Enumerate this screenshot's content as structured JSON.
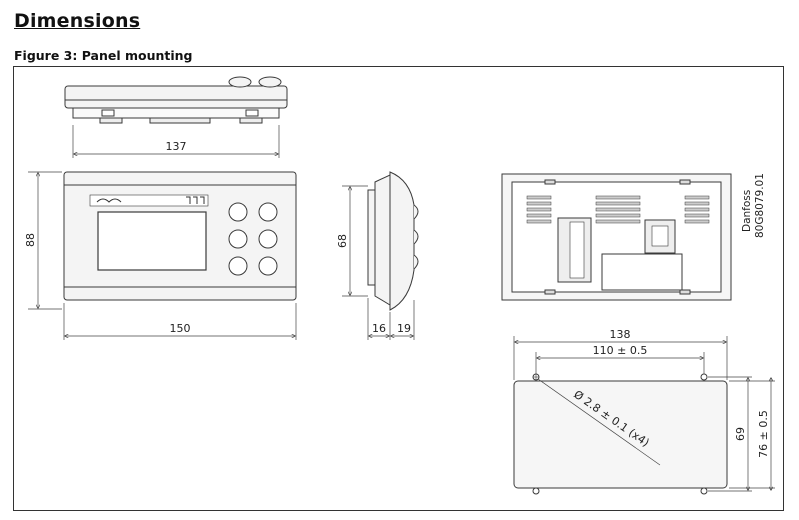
{
  "heading": "Dimensions",
  "figure_caption": "Figure 3: Panel mounting",
  "dimensions": {
    "top_width": "137",
    "front_height": "88",
    "front_width": "150",
    "side_height": "68",
    "side_depth_a": "16",
    "side_depth_b": "19",
    "cutout_outer": "138",
    "cutout_holes": "110 ± 0.5",
    "hole_diameter": "Ø 2.8 ± 0.1 (x4)",
    "cutout_height": "69",
    "cutout_height_tol": "76 ± 0.5"
  },
  "doc_ref": {
    "brand": "Danfoss",
    "code": "80G8079.01"
  },
  "colors": {
    "line": "#3a3a3a",
    "fill": "#f4f4f4",
    "text": "#222222"
  }
}
